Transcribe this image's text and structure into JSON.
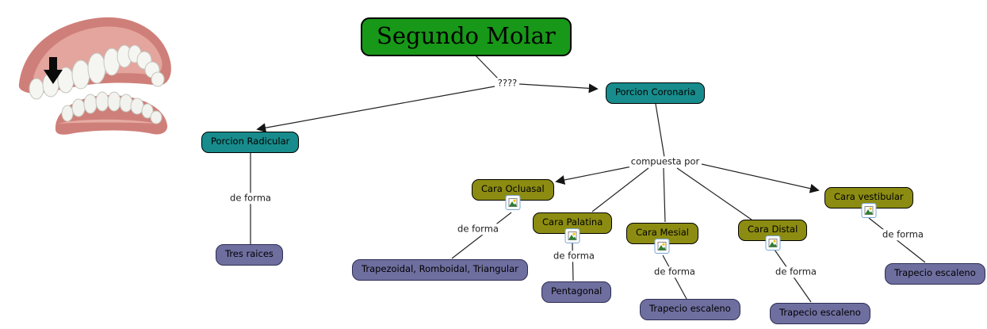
{
  "map": {
    "title": {
      "label": "Segundo Molar"
    },
    "figure": {
      "name": "dental-arches-photo",
      "description": "upper and lower teeth with arrow marking second molar"
    },
    "labels": {
      "question": "????",
      "compuesta_por": "compuesta por",
      "de_forma": "de forma"
    },
    "nodes": {
      "porcion_coronaria": {
        "label": "Porcion Coronaria"
      },
      "porcion_radicular": {
        "label": "Porcion Radicular"
      },
      "tres_raices": {
        "label": "Tres raices"
      },
      "cara_ocluasal": {
        "label": "Cara Ocluasal"
      },
      "cara_palatina": {
        "label": "Cara Palatina"
      },
      "cara_mesial": {
        "label": "Cara Mesial"
      },
      "cara_distal": {
        "label": "Cara Distal"
      },
      "cara_vestibular": {
        "label": "Cara vestibular"
      },
      "trapezoidal": {
        "label": "Trapezoidal, Romboidal, Triangular"
      },
      "pentagonal": {
        "label": "Pentagonal"
      },
      "trapecio_mesial": {
        "label": "Trapecio escaleno"
      },
      "trapecio_distal": {
        "label": "Trapecio escaleno"
      },
      "trapecio_vestibular": {
        "label": "Trapecio escaleno"
      }
    },
    "icons": {
      "resource": "image-icon"
    },
    "colors": {
      "topic_green": "#189818",
      "section_teal": "#188c8c",
      "face_olive": "#8c8c12",
      "shape_purple": "#6e6e9f",
      "line": "#222222"
    }
  }
}
